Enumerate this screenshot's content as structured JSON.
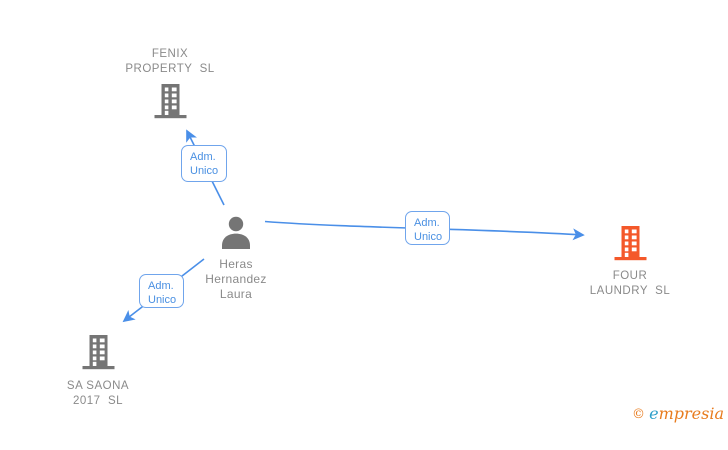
{
  "nodes": {
    "fenix": {
      "line1": "FENIX",
      "line2": "PROPERTY  SL"
    },
    "person": {
      "line1": "Heras",
      "line2": "Hernandez",
      "line3": "Laura"
    },
    "four_laundry": {
      "line1": "FOUR",
      "line2": "LAUNDRY  SL"
    },
    "sa_saona": {
      "line1": "SA SAONA",
      "line2": "2017  SL"
    }
  },
  "edge_labels": {
    "to_fenix": {
      "line1": "Adm.",
      "line2": "Unico"
    },
    "to_four_laundry": {
      "line1": "Adm.",
      "line2": "Unico"
    },
    "to_sa_saona": {
      "line1": "Adm.",
      "line2": "Unico"
    }
  },
  "watermark": {
    "copyright": "© ",
    "brand_initial": "e",
    "brand_rest": "mpresia"
  },
  "colors": {
    "edge_blue": "#4a8fe8",
    "label_border_blue": "#70a5ec",
    "label_text_blue": "#4a90e2",
    "company_icon_gray": "#757575",
    "text_gray": "#8a8a8a",
    "highlight_orange": "#f4582a",
    "brand_orange": "#e87c1f",
    "brand_blue": "#2d9fc9"
  }
}
